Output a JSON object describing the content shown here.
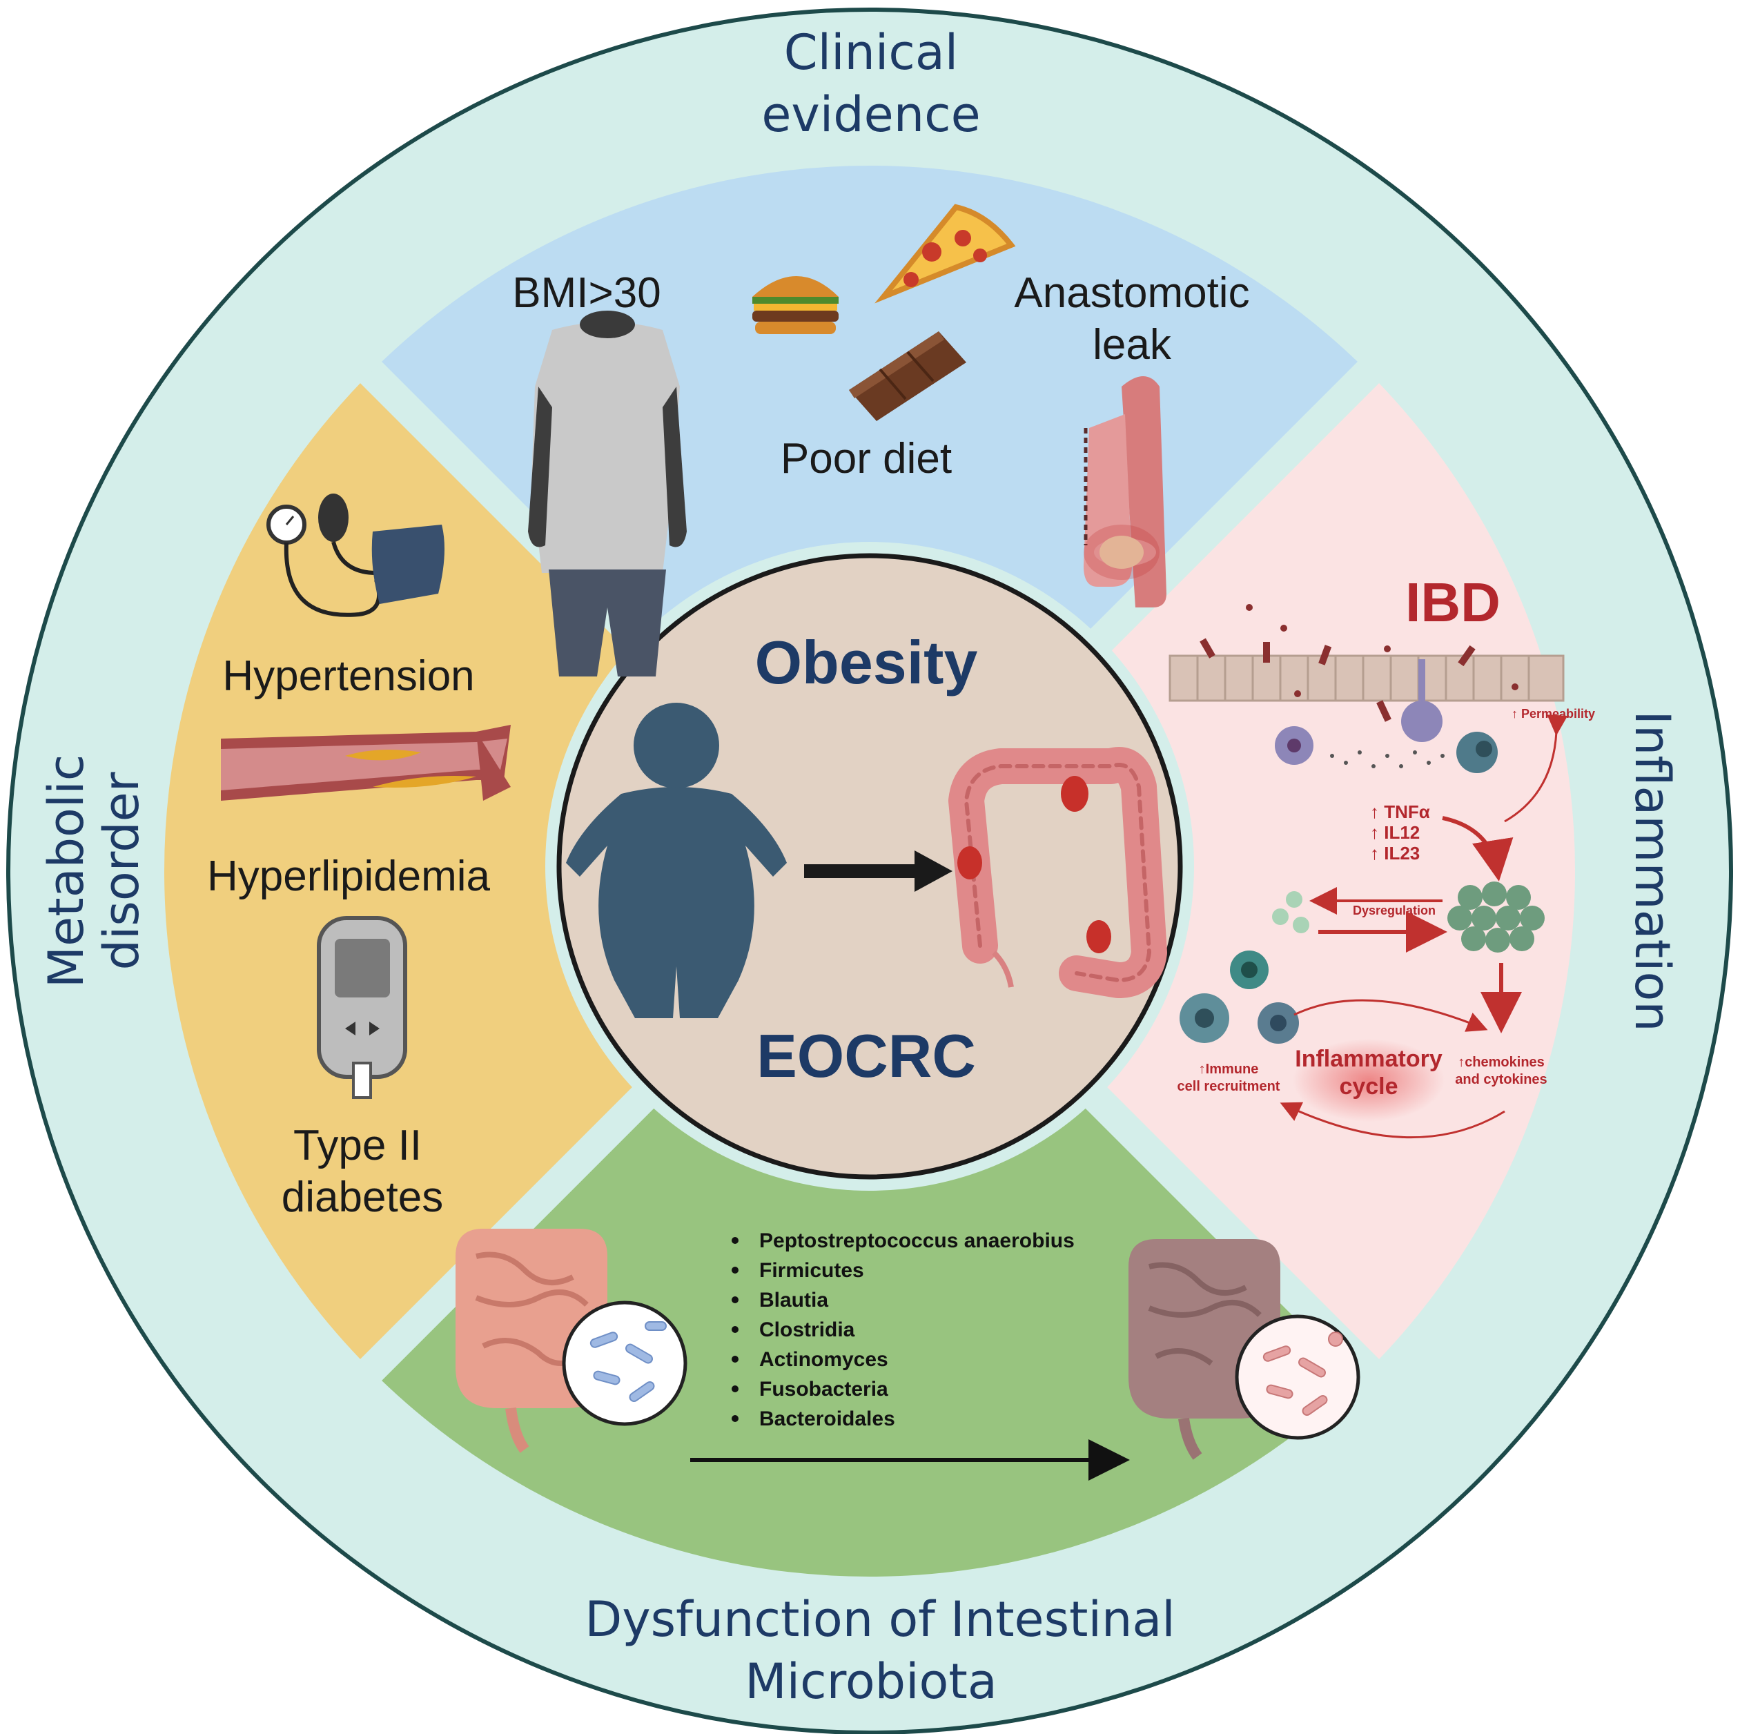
{
  "outer_ring": {
    "top_title_line1": "Clinical",
    "top_title_line2": "evidence",
    "left_title_line1": "Metabolic",
    "left_title_line2": "disorder",
    "right_title": "Inflammation",
    "bottom_title_line1": "Dysfunction of Intestinal",
    "bottom_title_line2": "Microbiota"
  },
  "center": {
    "title_top": "Obesity",
    "title_bottom": "EOCRC"
  },
  "clinical": {
    "bmi": "BMI>30",
    "poor_diet": "Poor diet",
    "leak_line1": "Anastomotic",
    "leak_line2": "leak"
  },
  "metabolic": {
    "hypertension": "Hypertension",
    "hyperlipidemia": "Hyperlipidemia",
    "diabetes_line1": "Type II",
    "diabetes_line2": "diabetes"
  },
  "inflammation": {
    "ibd": "IBD",
    "permeability": "↑ Permeability",
    "cytokines": [
      "↑ TNFα",
      "↑ IL12",
      "↑ IL23"
    ],
    "dysregulation": "Dysregulation",
    "cycle_line1": "Inflammatory",
    "cycle_line2": "cycle",
    "immune_line1": "↑Immune",
    "immune_line2": "cell recruitment",
    "chemokines_line1": "↑chemokines",
    "chemokines_line2": "and cytokines"
  },
  "microbiota": {
    "bacteria": [
      "Peptostreptococcus anaerobius",
      "Firmicutes",
      "Blautia",
      "Clostridia",
      "Actinomyces",
      "Fusobacteria",
      "Bacteroidales"
    ]
  },
  "colors": {
    "outer_ring": "#d4eeea",
    "clinical_bg": "#bcdcf2",
    "metabolic_bg": "#f0cf7e",
    "inflammation_bg": "#fbe3e3",
    "microbiota_bg": "#98c47f",
    "center_bg": "#e2d2c4",
    "title_color": "#1d3a66",
    "ibd_red": "#b3272d"
  }
}
